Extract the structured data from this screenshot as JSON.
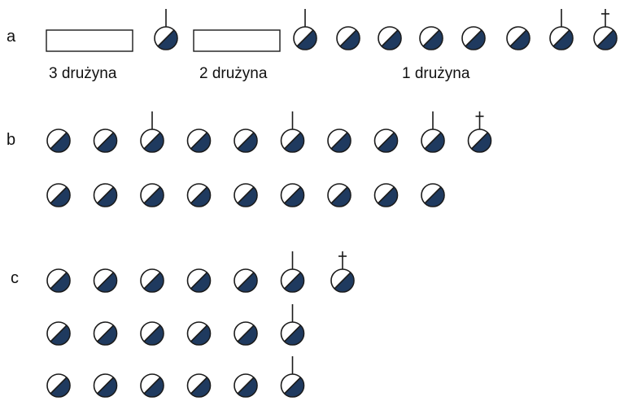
{
  "colors": {
    "circle_dark": "#1f3a5f",
    "circle_light": "#ffffff",
    "outline": "#1a1a1a"
  },
  "row_labels": [
    "a",
    "b",
    "c"
  ],
  "team_labels": {
    "team3": "3 drużyna",
    "team2": "2 drużyna",
    "team1": "1 drużyna"
  },
  "formations": {
    "a": {
      "description_kind": "linear",
      "teams": [
        {
          "label_key": "team3",
          "soldiers": 0,
          "placeholder_box": true,
          "leaders": 1
        },
        {
          "label_key": "team2",
          "soldiers": 0,
          "placeholder_box": true,
          "leaders": 0
        },
        {
          "label_key": "team1",
          "soldiers": 8,
          "placeholder_box": false
        }
      ],
      "symbols": [
        "box",
        "staff",
        "box",
        "staff",
        "plain",
        "plain",
        "plain",
        "plain",
        "plain",
        "staff",
        "cross"
      ]
    },
    "b": {
      "rows": [
        [
          "plain",
          "plain",
          "staff",
          "plain",
          "plain",
          "staff",
          "plain",
          "plain",
          "staff",
          "cross"
        ],
        [
          "plain",
          "plain",
          "plain",
          "plain",
          "plain",
          "plain",
          "plain",
          "plain",
          "plain"
        ]
      ]
    },
    "c": {
      "rows": [
        [
          "plain",
          "plain",
          "plain",
          "plain",
          "plain",
          "staff",
          "cross"
        ],
        [
          "plain",
          "plain",
          "plain",
          "plain",
          "plain",
          "staff"
        ],
        [
          "plain",
          "plain",
          "plain",
          "plain",
          "plain",
          "staff"
        ]
      ]
    }
  }
}
